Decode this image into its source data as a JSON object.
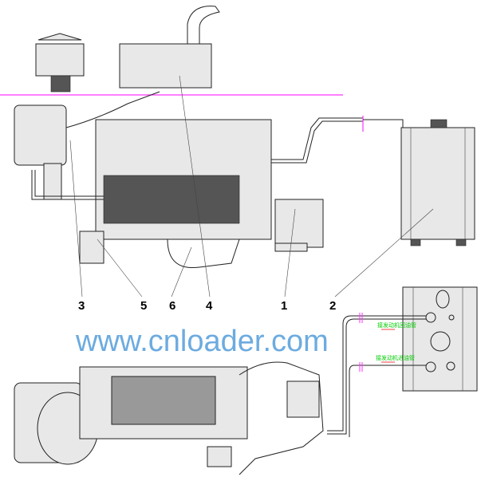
{
  "callouts": [
    "1",
    "2",
    "3",
    "4",
    "5",
    "6"
  ],
  "annotations": {
    "return_line": "接发动机回油管",
    "supply_line": "接发动机进油管"
  },
  "watermark": "www.cnloader.com",
  "colors": {
    "ground_line": "#ff33ff",
    "annotation": "#00cc00",
    "watermark": "#3b8fd6"
  }
}
